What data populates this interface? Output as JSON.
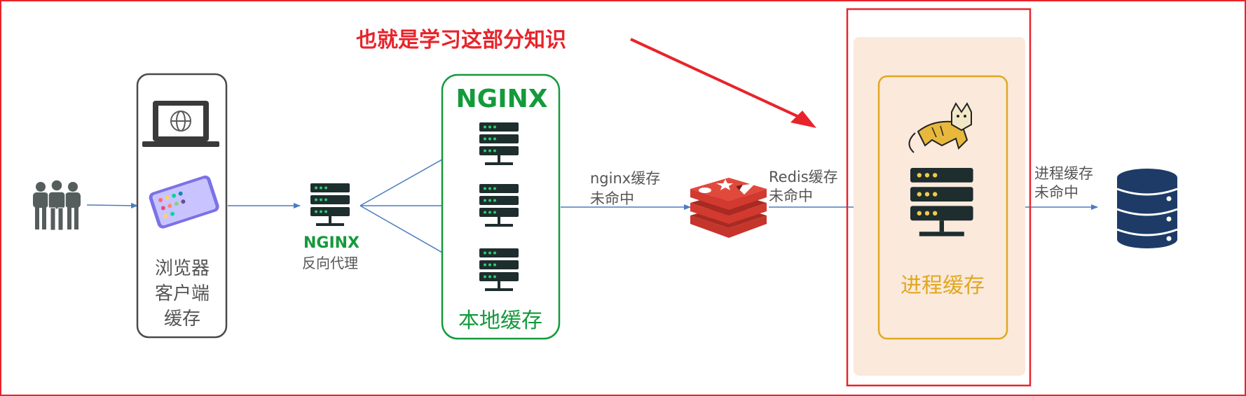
{
  "annotation": {
    "text": "也就是学习这部分知识",
    "color": "#e8242b"
  },
  "nodes": {
    "users": {
      "icon": "users-icon"
    },
    "browser": {
      "icon": "laptop-globe-icon",
      "icon2": "smartphone-icon",
      "label_lines": [
        "浏览器",
        "客户端",
        "缓存"
      ]
    },
    "reverse_proxy": {
      "logo": "NGINX",
      "label": "反向代理",
      "icon": "server-icon"
    },
    "local_cache": {
      "logo": "NGINX",
      "label": "本地缓存",
      "icon": "server-icon"
    },
    "redis": {
      "icon": "redis-icon"
    },
    "process_cache": {
      "icon": "tomcat-icon",
      "label": "进程缓存"
    },
    "database": {
      "icon": "database-icon"
    }
  },
  "edges": {
    "nginx_miss": [
      "nginx缓存",
      "未命中"
    ],
    "redis_miss": [
      "Redis缓存",
      "未命中"
    ],
    "process_miss": [
      "进程缓存",
      "未命中"
    ]
  },
  "colors": {
    "nginx_green": "#149a3b",
    "server_dark": "#1e2d2d",
    "server_green": "#2ecc71",
    "arrow_blue": "#4a7cc0",
    "redis_red": "#d23a2f",
    "process_gold": "#e0a820",
    "process_bg": "#fbe9dc",
    "frame_red": "#e8242b",
    "db_navy": "#1d3b66"
  }
}
